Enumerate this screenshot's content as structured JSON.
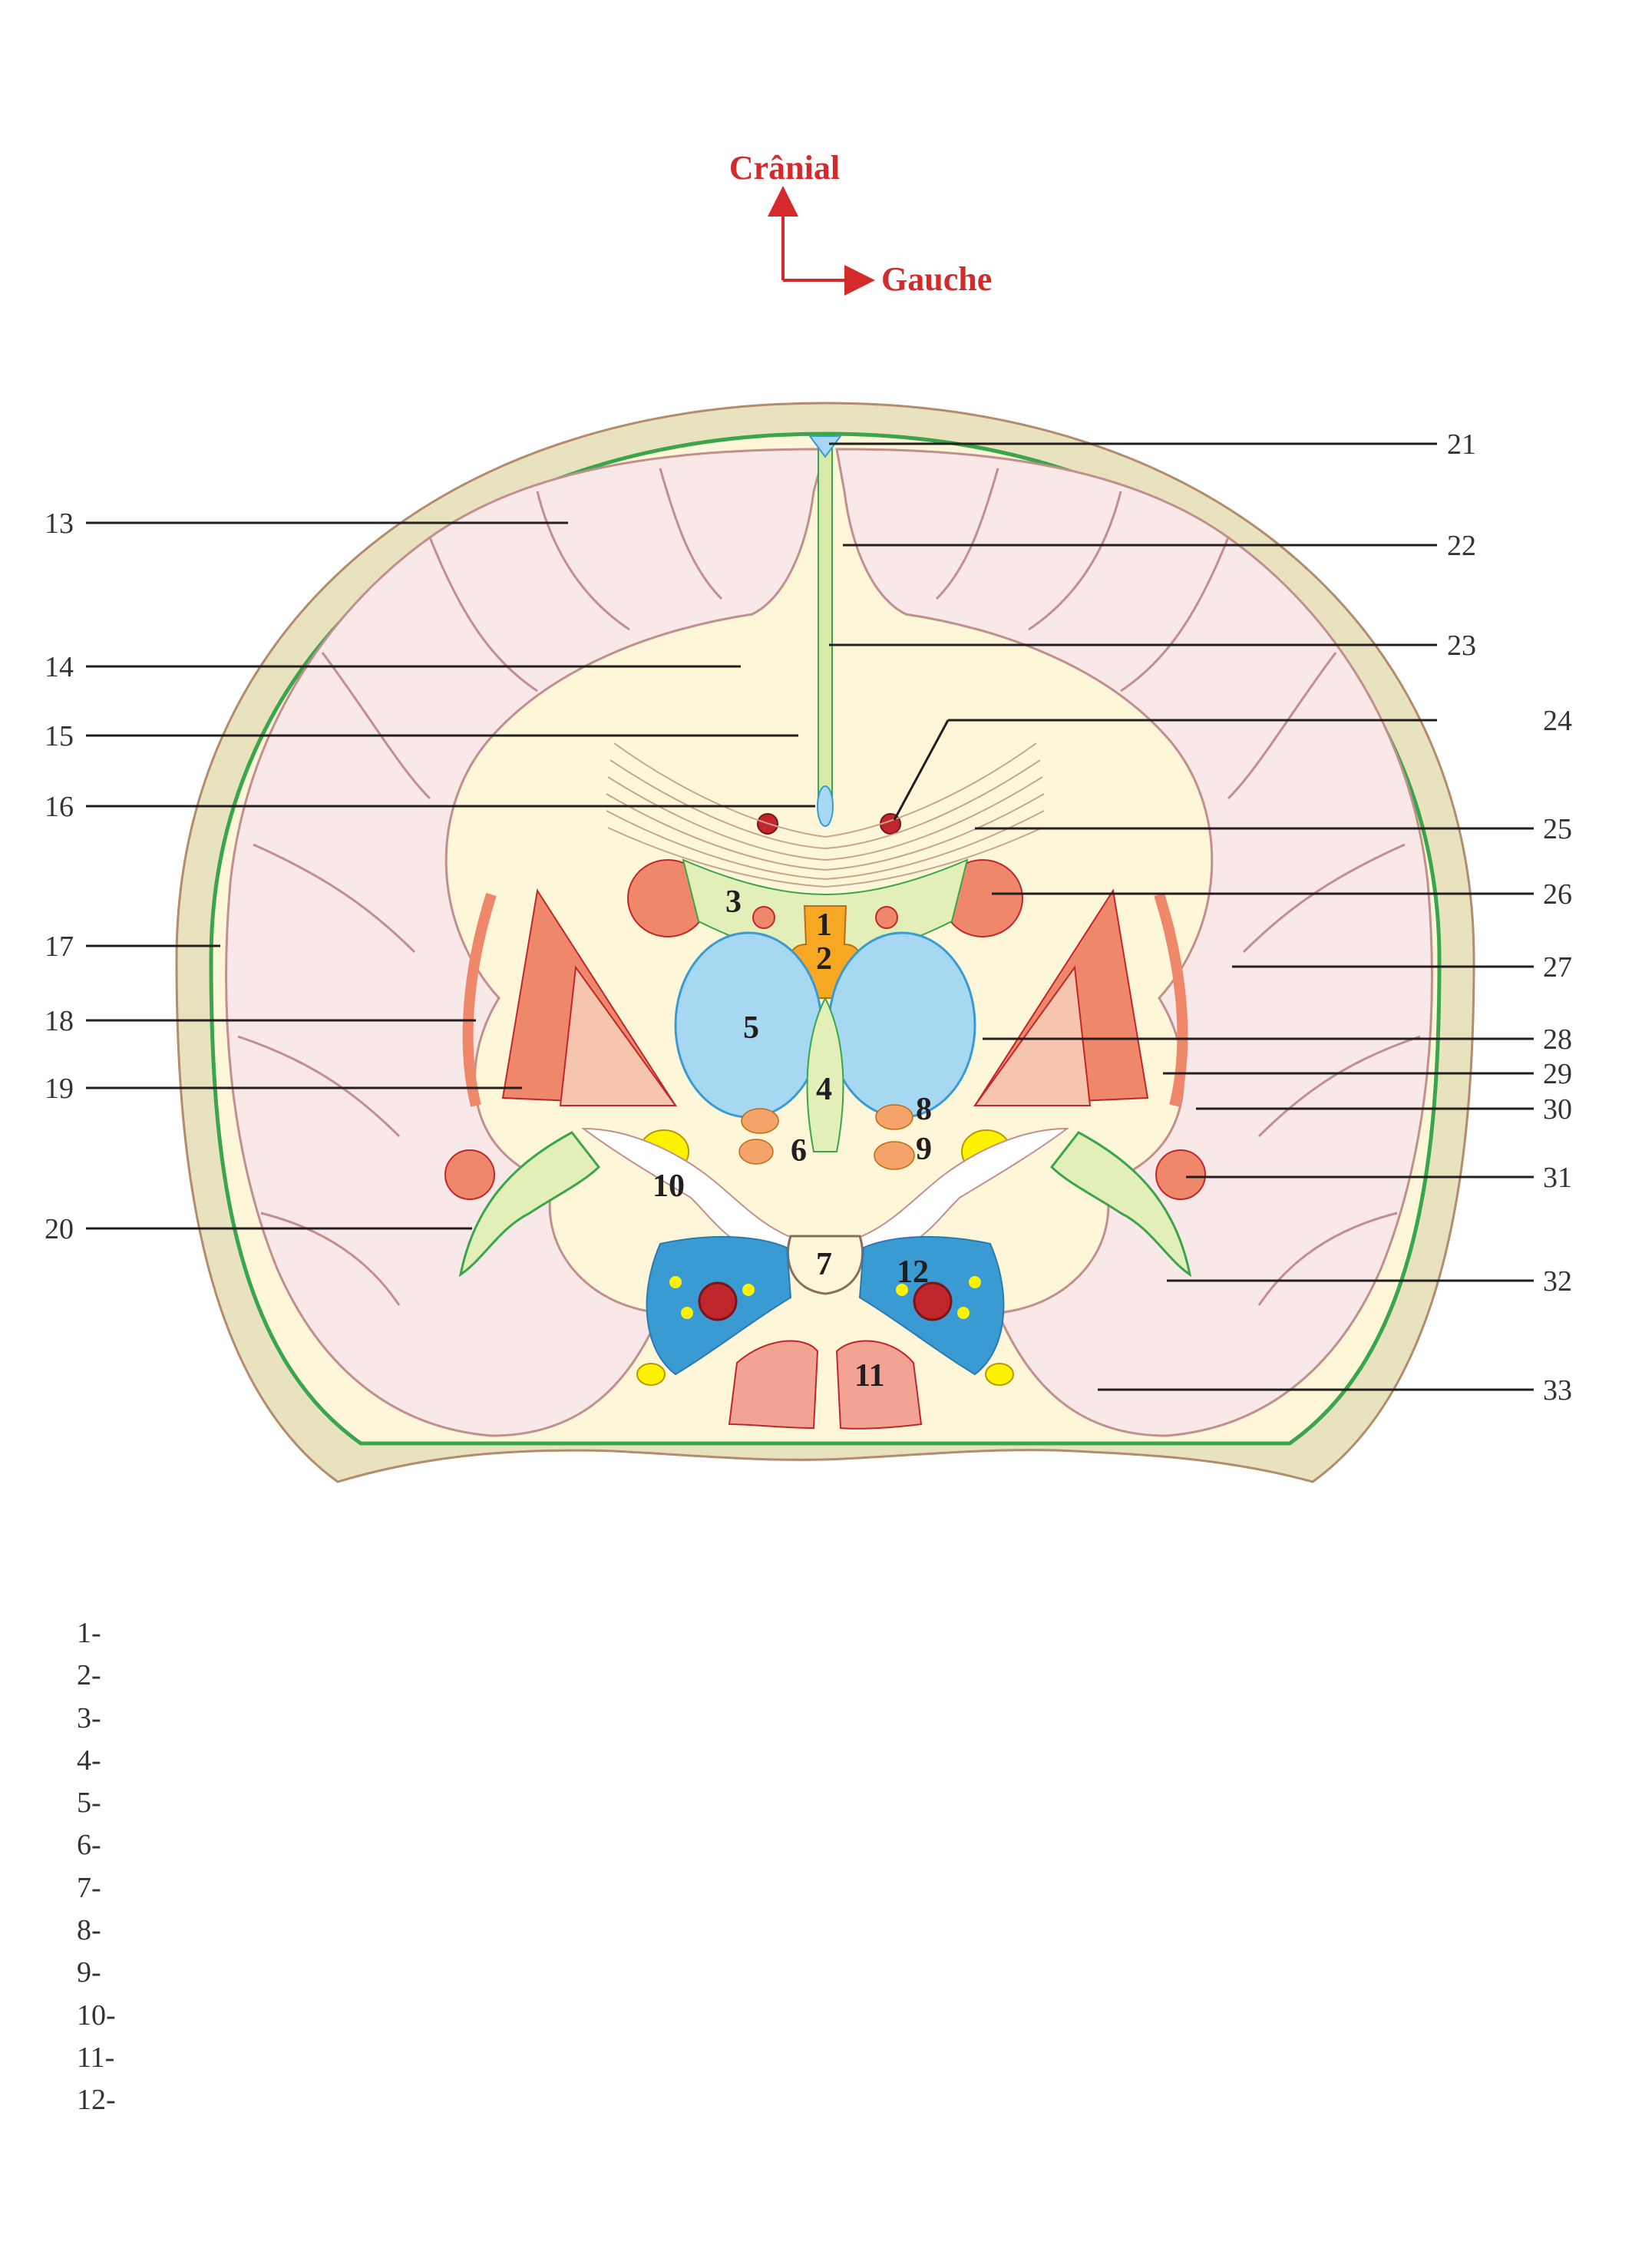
{
  "orientation": {
    "cranial": "Crânial",
    "left": "Gauche",
    "arrow_color": "#d42a2c"
  },
  "callouts_left": [
    "13",
    "14",
    "15",
    "16",
    "17",
    "18",
    "19",
    "20"
  ],
  "callouts_right": [
    "21",
    "22",
    "23",
    "24",
    "25",
    "26",
    "27",
    "28",
    "29",
    "30",
    "31",
    "32",
    "33"
  ],
  "inner_labels": [
    "1",
    "2",
    "3",
    "4",
    "5",
    "6",
    "7",
    "8",
    "9",
    "10",
    "11",
    "12"
  ],
  "legend": [
    "1-",
    "2-",
    "3-",
    "4-",
    "5-",
    "6-",
    "7-",
    "8-",
    "9-",
    "10-",
    "11-",
    "12-"
  ],
  "colors": {
    "skull": "#e9e2bf",
    "skull_outline": "#b38b6d",
    "meninges": "#3aa54a",
    "cortex": "#f8e8e8",
    "white_matter": "#fdf6d8",
    "thalamus": "#a6d8f2",
    "caudate_putamen": "#ef876a",
    "pallidum": "#f6c5ae",
    "hippocampus": "#e3efb8",
    "cistern_sinus": "#3a9ad2",
    "vessel": "#c0272d",
    "nerve": "#fff200",
    "third_ventricle": "#f7a823"
  }
}
